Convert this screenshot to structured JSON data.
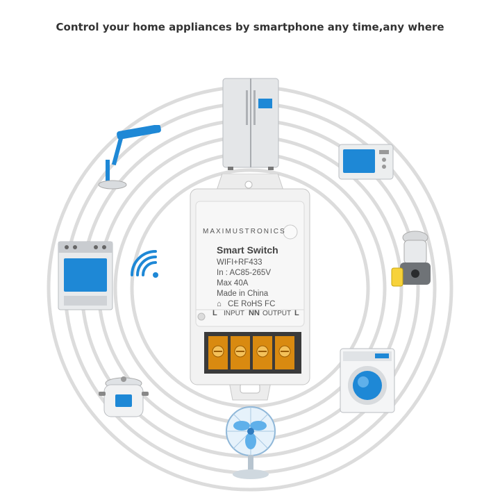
{
  "headline": "Control your home appliances by smartphone any time,any where",
  "device": {
    "brand": "MAXIMUSTRONICS",
    "title": "Smart Switch",
    "specs": [
      "WIFI+RF433",
      "In : AC85-265V",
      "Max 40A",
      "Made in China"
    ],
    "certs": "CE RoHS FC",
    "ports": {
      "left_l": "L",
      "input": "INPUT",
      "nn": "NN",
      "output": "OUTPUT",
      "right_l": "L"
    }
  },
  "appliances": [
    "refrigerator-icon",
    "microwave-icon",
    "juicer-icon",
    "washing-machine-icon",
    "fan-icon",
    "rice-cooker-icon",
    "oven-icon",
    "desk-lamp-icon",
    "wifi-icon"
  ],
  "colors": {
    "accent": "#1e88d6",
    "rings": "#dcdcdc",
    "device": "#f2f2f2",
    "terminal": "#d98a10"
  }
}
